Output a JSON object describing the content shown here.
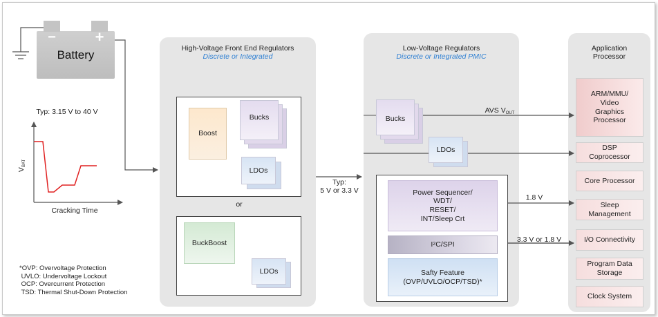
{
  "battery": {
    "label": "Battery",
    "minus": "−",
    "plus": "+"
  },
  "vbat": {
    "typ_label": "Typ: 3.15 V to 40 V",
    "ylabel": "V",
    "ylabel_sub": "BAT",
    "xlabel": "Cracking Time"
  },
  "notes": [
    "*OVP: Overvoltage Protection",
    " UVLO: Undervoltage Lockout",
    " OCP: Overcurrent Protection",
    " TSD: Thermal Shut-Down Protection"
  ],
  "hv": {
    "title": "High-Voltage Front End Regulators",
    "subtitle": "Discrete or Integrated",
    "boost": "Boost",
    "bucks": "Bucks",
    "ldos_top": "LDOs",
    "or": "or",
    "buckboost": "BuckBoost",
    "ldos_bottom": "LDOs"
  },
  "typ_mid": {
    "line1": "Typ:",
    "line2": "5 V or 3.3 V"
  },
  "lv": {
    "title": "Low-Voltage Regulators",
    "subtitle": "Discrete or Integrated PMIC",
    "bucks": "Bucks",
    "ldos": "LDOs",
    "power_seq": [
      "Power Sequencer/",
      "WDT/",
      "RESET/",
      "INT/Sleep Crt"
    ],
    "i2c_main": "I",
    "i2c_sup": "2",
    "i2c_rest": "C/SPI",
    "safety": [
      "Safty Feature",
      "(OVP/UVLO/OCP/TSD)*"
    ],
    "avs_main": "AVS V",
    "avs_sub": "OUT",
    "v18": "1.8 V",
    "v33": "3.3 V or 1.8 V"
  },
  "ap": {
    "title": [
      "Application",
      "Processor"
    ],
    "boxes": [
      [
        "ARM/MMU/",
        "Video",
        "Graphics",
        "Processor"
      ],
      [
        "DSP",
        "Coprocessor"
      ],
      [
        "Core Processor"
      ],
      [
        "Sleep",
        "Management"
      ],
      [
        "I/O Connectivity"
      ],
      [
        "Program Data",
        "Storage"
      ],
      [
        "Clock System"
      ]
    ]
  },
  "colors": {
    "panel": "#e6e6e6",
    "accent_blue": "#2d7fd3",
    "curve_red": "#e02020",
    "boost_fill": "#fbe9cf",
    "buckboost_fill": "#dcefdc",
    "purple_fill": "#e2d9ec",
    "ldo_fill": "#dde8f5",
    "ap_fill": "#f6dede"
  }
}
